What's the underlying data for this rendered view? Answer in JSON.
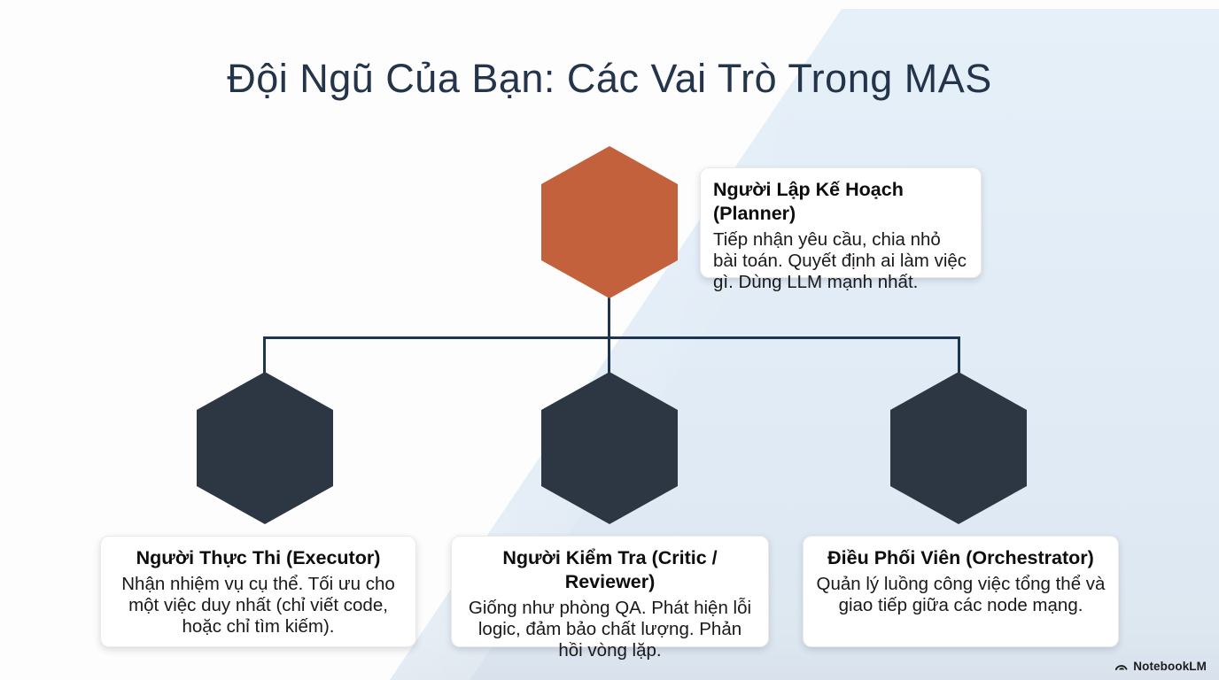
{
  "title": "Đội Ngũ Của Bạn: Các Vai Trò Trong MAS",
  "colors": {
    "planner_hex": "#c2613c",
    "worker_hex": "#2d3744",
    "connector": "#1e3550",
    "background_blue": "#dfeaf5",
    "title_text": "#24344a"
  },
  "nodes": {
    "planner": {
      "title": "Người Lập Kế Hoạch (Planner)",
      "description": "Tiếp nhận yêu cầu, chia nhỏ bài toán. Quyết định ai làm việc gì. Dùng LLM mạnh nhất."
    },
    "executor": {
      "title": "Người Thực Thi (Executor)",
      "description": "Nhận nhiệm vụ cụ thể. Tối ưu cho một việc duy nhất (chỉ viết code, hoặc chỉ tìm kiếm)."
    },
    "critic": {
      "title": "Người Kiểm Tra (Critic / Reviewer)",
      "description": "Giống như phòng QA. Phát hiện lỗi logic, đảm bảo chất lượng. Phản hồi vòng lặp."
    },
    "orchestrator": {
      "title": "Điều Phối Viên (Orchestrator)",
      "description": "Quản lý luồng công việc tổng thể và giao tiếp giữa các node mạng."
    }
  },
  "branding": {
    "logo_text": "NotebookLM"
  }
}
